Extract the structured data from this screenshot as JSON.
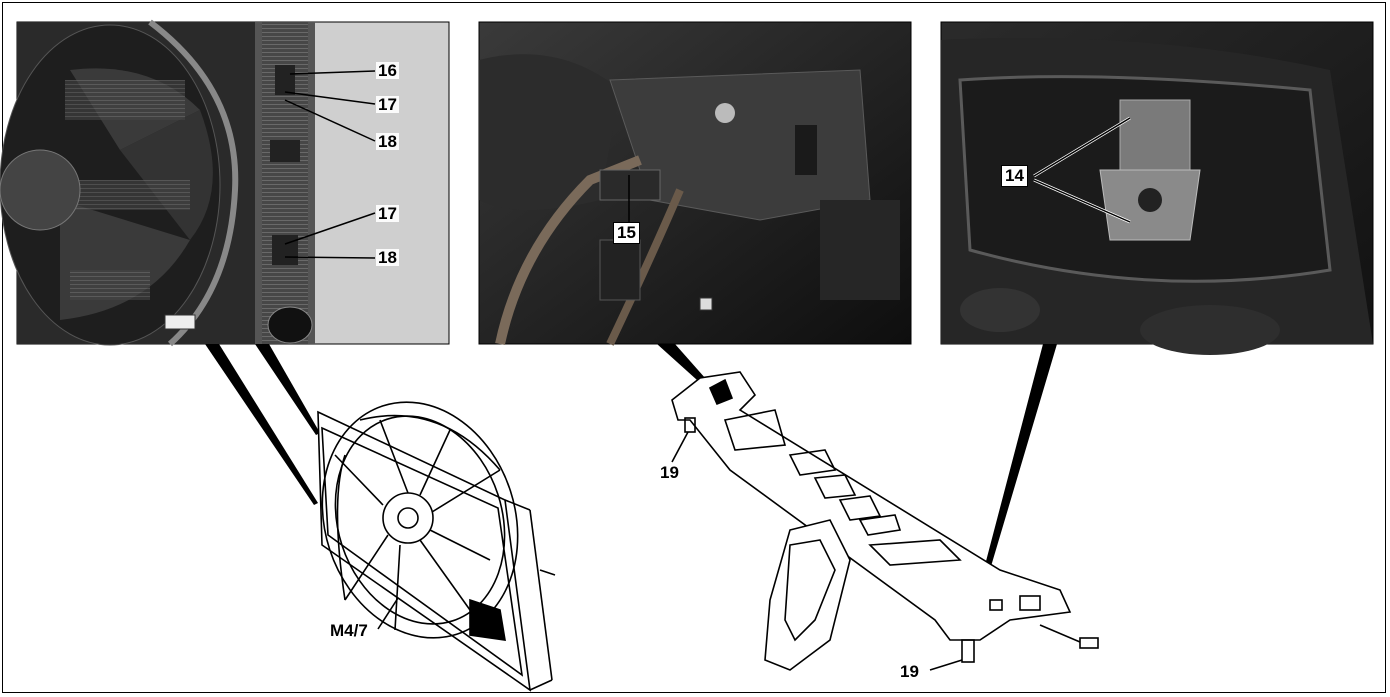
{
  "callouts": {
    "c16": "16",
    "c17a": "17",
    "c18a": "18",
    "c17b": "17",
    "c18b": "18",
    "c15": "15",
    "c14": "14",
    "c19a": "19",
    "c19b": "19",
    "m4_7": "M4/7"
  },
  "colors": {
    "photo_dark": "#1a1a1a",
    "photo_light_panel": "#cfcfcf",
    "line": "#000000",
    "background": "#ffffff"
  }
}
